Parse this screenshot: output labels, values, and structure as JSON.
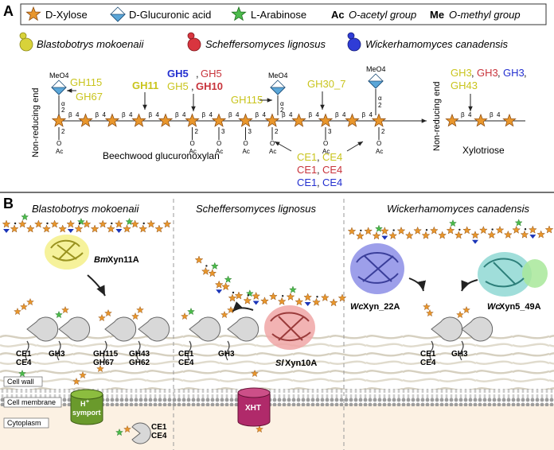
{
  "panel_a": {
    "label": "A",
    "legend": {
      "xylose": "D-Xylose",
      "glucuronic": "D-Glucuronic acid",
      "arabinose": "L-Arabinose",
      "ac_key": "Ac",
      "ac_text": "O-acetyl group",
      "me_key": "Me",
      "me_text": "O-methyl group"
    },
    "organisms": [
      "Blastobotrys mokoenaii",
      "Scheffersomyces lignosus",
      "Wickerhamomyces canadensis"
    ],
    "nonreducing_end": "Non-reducing end",
    "meo4": "MeO4",
    "bond_beta": "β",
    "bond_4": "4",
    "bond_alpha": "α",
    "bond_2": "2",
    "bond_3": "3",
    "ac": "Ac",
    "o": "O",
    "substrate_xylan": "Beechwood glucuronoxylan",
    "substrate_xylotriose": "Xylotriose",
    "enzymes": {
      "gh115_y": "GH115",
      "gh67_y": "GH67",
      "gh11": "GH11",
      "gh5_bold": "GH5",
      "gh5_red": "GH5",
      "gh5_y": "GH5",
      "gh10": "GH10",
      "gh115_mid": "GH115",
      "gh30": "GH30_7",
      "ce1_y": "CE1",
      "ce4_y": "CE4",
      "ce1_r": "CE1",
      "ce4_r": "CE4",
      "ce1_b": "CE1",
      "ce4_b": "CE4",
      "gh3_y": "GH3",
      "gh3_r": "GH3",
      "gh3_b": "GH3",
      "gh43_y": "GH43",
      "comma": ","
    }
  },
  "panel_b": {
    "label": "B",
    "headers": [
      "Blastobotrys mokoenaii",
      "Scheffersomyces lignosus",
      "Wickerhamomyces canadensis"
    ],
    "proteins": {
      "bm_prefix": "Bm",
      "bm_suffix": "Xyn11A",
      "sl_prefix": "Sl",
      "sl_suffix": "Xyn10A",
      "wc1_prefix": "Wc",
      "wc1_suffix": "Xyn_22A",
      "wc2_prefix": "Wc",
      "wc2_suffix": "Xyn5_49A"
    },
    "enzyme_labels": {
      "ce1": "CE1",
      "ce4": "CE4",
      "gh3": "GH3",
      "gh115": "GH115",
      "gh67": "GH67",
      "gh43": "GH43",
      "gh62": "GH62"
    },
    "transporters": {
      "h_symport_1": "H",
      "h_symport_sup": "+",
      "h_symport_2": "symport",
      "xht": "XHT"
    },
    "compartments": {
      "cell_wall": "Cell wall",
      "cell_membrane": "Cell membrane",
      "cytoplasm": "Cytoplasm"
    }
  },
  "colors": {
    "xylose": "#e8962c",
    "xylose_stroke": "#8a4a10",
    "glucuronic": "#5aa6d8",
    "arabinose": "#4cbb4c",
    "yellow_org": "#d8d23a",
    "red_org": "#d9353f",
    "blue_org": "#2f3cd6",
    "enzyme_yellow": "#c9c41c",
    "enzyme_red": "#c8343c",
    "enzyme_blue": "#2430d0",
    "membrane": "#9a9a9a",
    "cytoplasm_bg": "#fcf1e3",
    "symport": "#6a9a2c",
    "xht": "#b02a6a"
  }
}
